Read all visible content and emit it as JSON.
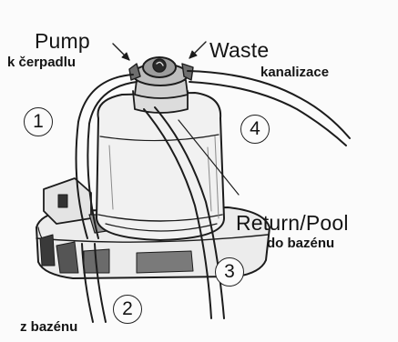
{
  "labels": {
    "pump": "Pump",
    "pump_cz": "k čerpadlu",
    "waste": "Waste",
    "waste_cz": "kanalizace",
    "return": "Return/Pool",
    "return_cz": "do bazénu",
    "inlet_cz": "z bazénu"
  },
  "callouts": {
    "c1": "1",
    "c2": "2",
    "c3": "3",
    "c4": "4"
  }
}
